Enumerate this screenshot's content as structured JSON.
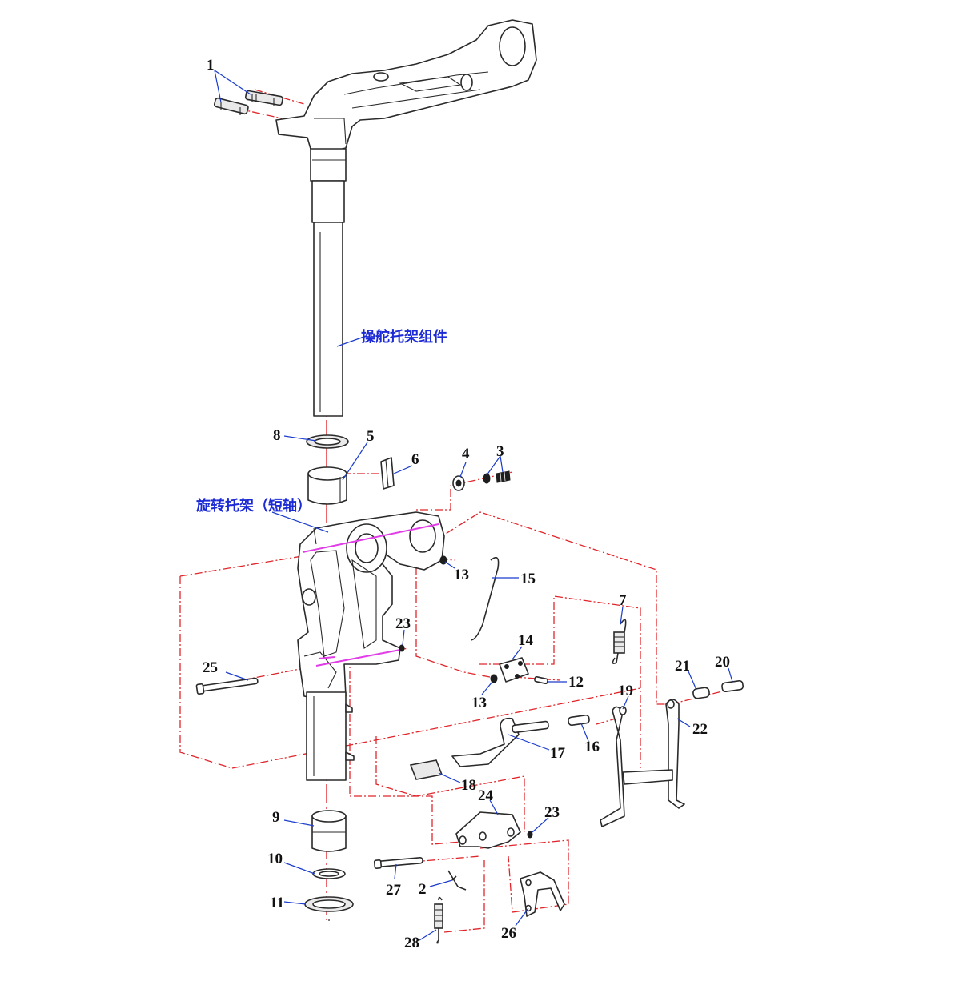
{
  "labels": {
    "steering_bracket_assembly": "操舵托架组件",
    "swivel_bracket_short_shaft": "旋转托架（短轴）"
  },
  "callouts": [
    "1",
    "2",
    "3",
    "4",
    "5",
    "6",
    "7",
    "8",
    "9",
    "10",
    "11",
    "12",
    "13",
    "13",
    "14",
    "15",
    "16",
    "17",
    "18",
    "19",
    "20",
    "21",
    "22",
    "23",
    "23",
    "24",
    "25",
    "26",
    "27",
    "28"
  ],
  "colors": {
    "center_lines": "#e0262b",
    "leader_lines": "#1a3ccc",
    "chinese_labels": "#1d2bd6",
    "highlight_lines": "#e23be8",
    "parts_outline": "#2a2a2a"
  }
}
